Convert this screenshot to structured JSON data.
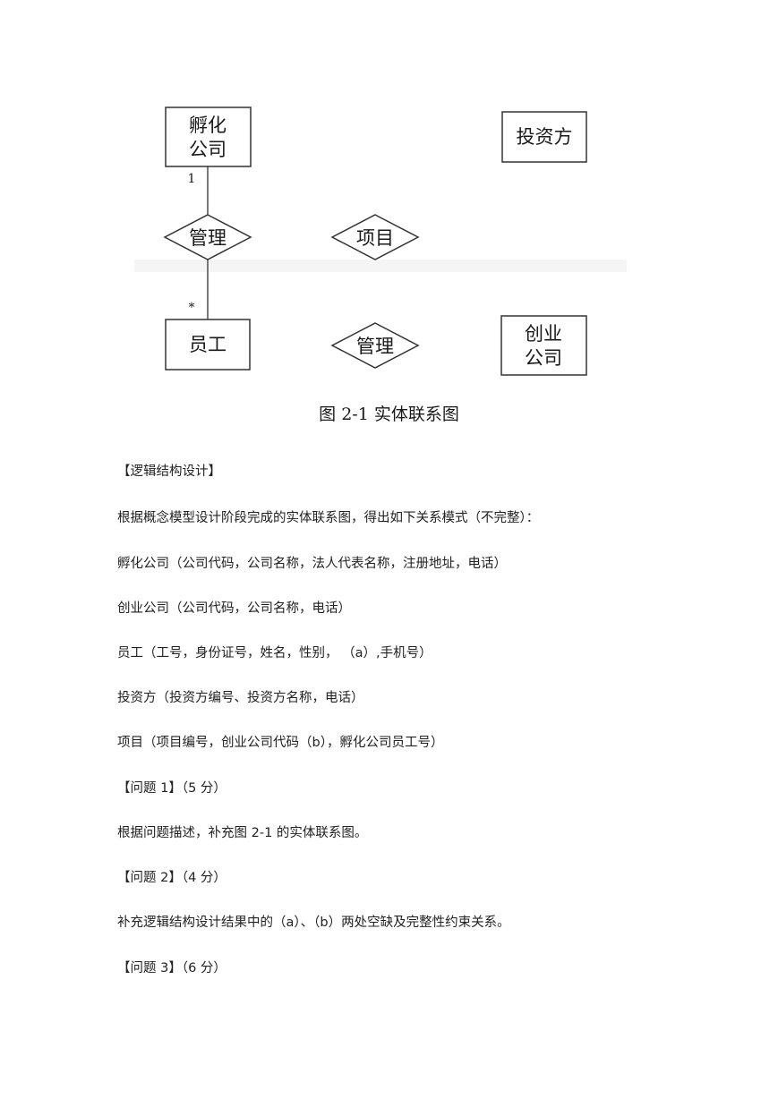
{
  "figure": {
    "entities": {
      "incubator": [
        "孵化",
        "公司"
      ],
      "investor": [
        "投资方"
      ],
      "employee": [
        "员工"
      ],
      "startup": [
        "创业",
        "公司"
      ]
    },
    "relationships": {
      "manage_top": "管理",
      "project": "项目",
      "manage_bottom": "管理"
    },
    "cardinality": {
      "one": "1",
      "many": "*"
    },
    "caption": "图 2-1  实体联系图"
  },
  "content": {
    "section_heading": "【逻辑结构设计】",
    "intro": "根据概念模型设计阶段完成的实体联系图，得出如下关系模式（不完整）：",
    "schemas": [
      "孵化公司（公司代码，公司名称，法人代表名称，注册地址，电话）",
      "创业公司（公司代码，公司名称，电话）",
      "员工（工号，身份证号，姓名，性别，  （a）,手机号）",
      "投资方（投资方编号、投资方名称，电话）",
      "项目（项目编号，创业公司代码（b），孵化公司员工号）"
    ],
    "question1_title": "【问题 1】（5 分）",
    "question1_text": "根据问题描述，补充图 2-1 的实体联系图。",
    "question2_title": "【问题 2】（4 分）",
    "question2_text": "补充逻辑结构设计结果中的（a）、（b）两处空缺及完整性约束关系。",
    "question3_title": "【问题 3】（6 分）"
  }
}
